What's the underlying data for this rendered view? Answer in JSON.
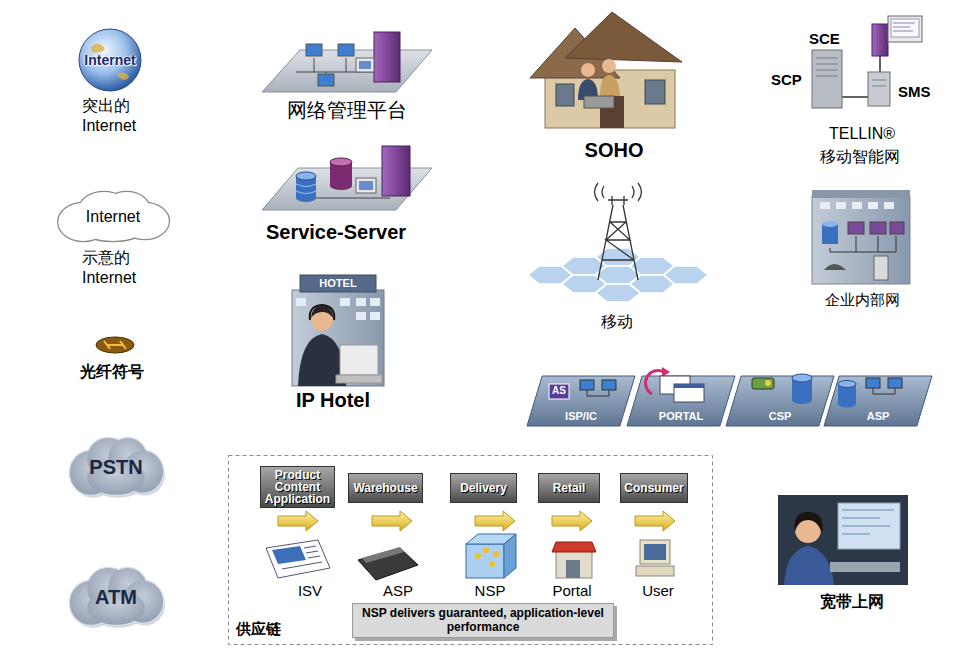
{
  "diagram": {
    "nodes": [
      {
        "text": [
          "Internet"
        ]
      },
      {
        "text": [
          "Internet"
        ]
      },
      {
        "text": [
          "PSTN"
        ]
      },
      {
        "text": [
          "ATM"
        ]
      },
      {
        "text": [
          "供应链"
        ]
      },
      {
        "text": [
          "Product Content Application"
        ],
        "in": 4
      },
      {
        "text": [
          "Warehouse"
        ],
        "in": 4
      },
      {
        "text": [
          "Delivery"
        ],
        "in": 4
      },
      {
        "text": [
          "Retail"
        ],
        "in": 4
      },
      {
        "text": [
          "Consumer"
        ],
        "in": 4
      },
      {
        "text": [
          "NSP delivers guaranteed, application-level performance"
        ],
        "in": 4
      },
      {
        "text": [
          "ISP/IC"
        ]
      },
      {
        "text": [
          "PORTAL"
        ]
      },
      {
        "text": [
          "CSP"
        ]
      },
      {
        "text": [
          "ASP"
        ]
      }
    ],
    "labels": [
      "突出的 Internet",
      "示意的 Internet",
      "光纤符号",
      "网络管理平台",
      "Service-Server",
      "HOTEL",
      "IP Hotel",
      "SOHO",
      "SCE",
      "SCP",
      "SMS",
      "TELLIN®",
      "移动智能网",
      "移动",
      "企业内部网",
      "AS",
      "ISV",
      "ASP",
      "NSP",
      "Portal",
      "User",
      "宽带上网"
    ]
  }
}
